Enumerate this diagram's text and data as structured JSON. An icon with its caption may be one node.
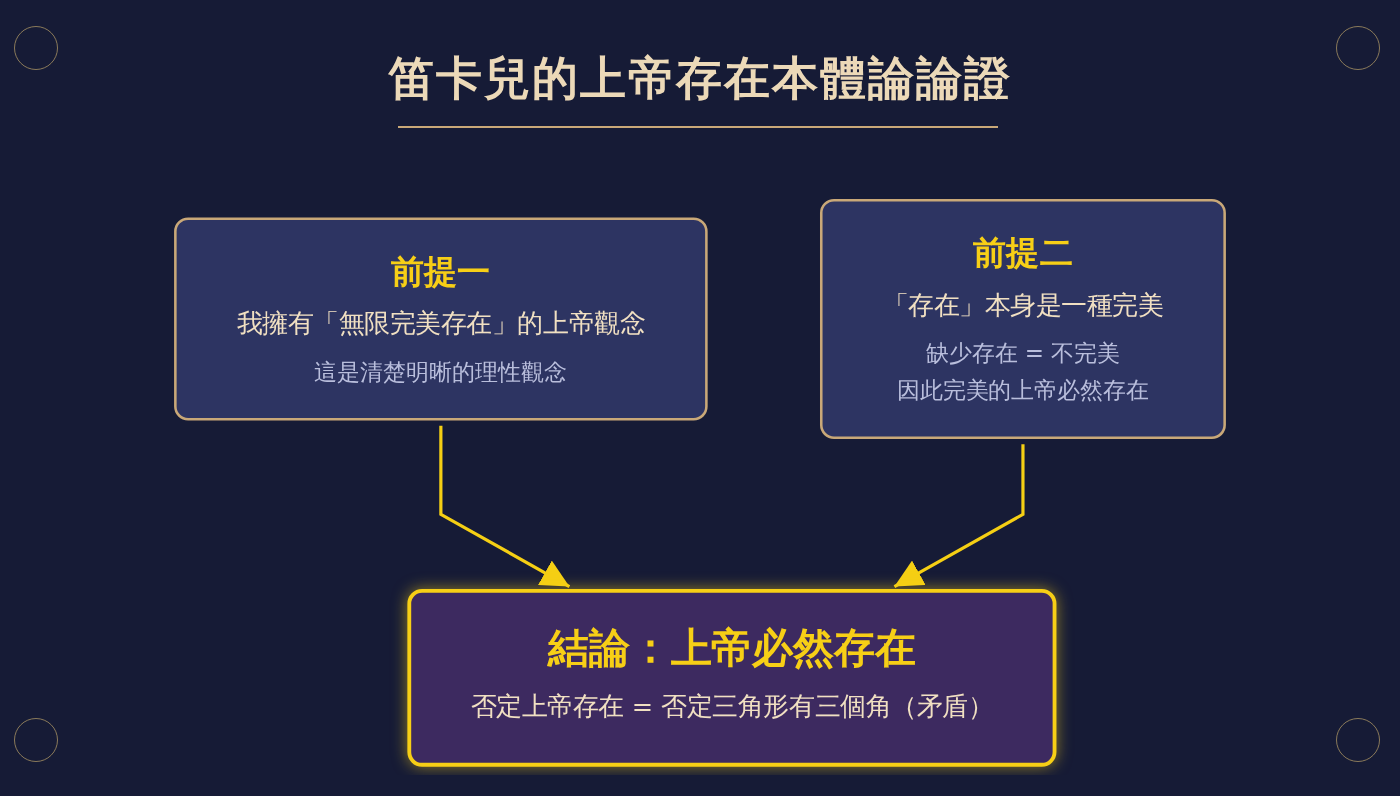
{
  "diagram": {
    "title": "笛卡兒的上帝存在本體論論證",
    "nodes": [
      {
        "text": [
          "前提一",
          "我擁有「無限完美存在」的上帝觀念",
          "這是清楚明晰的理性觀念"
        ]
      },
      {
        "text": [
          "前提二",
          "「存在」本身是一種完美",
          "缺少存在 = 不完美",
          "因此完美的上帝必然存在"
        ]
      },
      {
        "text": [
          "結論：上帝必然存在",
          "否定上帝存在 = 否定三角形有三個角（矛盾）"
        ]
      }
    ],
    "edges": [
      {
        "from": 0,
        "to": 2,
        "arrow": "to"
      },
      {
        "from": 1,
        "to": 2,
        "arrow": "to"
      }
    ]
  }
}
